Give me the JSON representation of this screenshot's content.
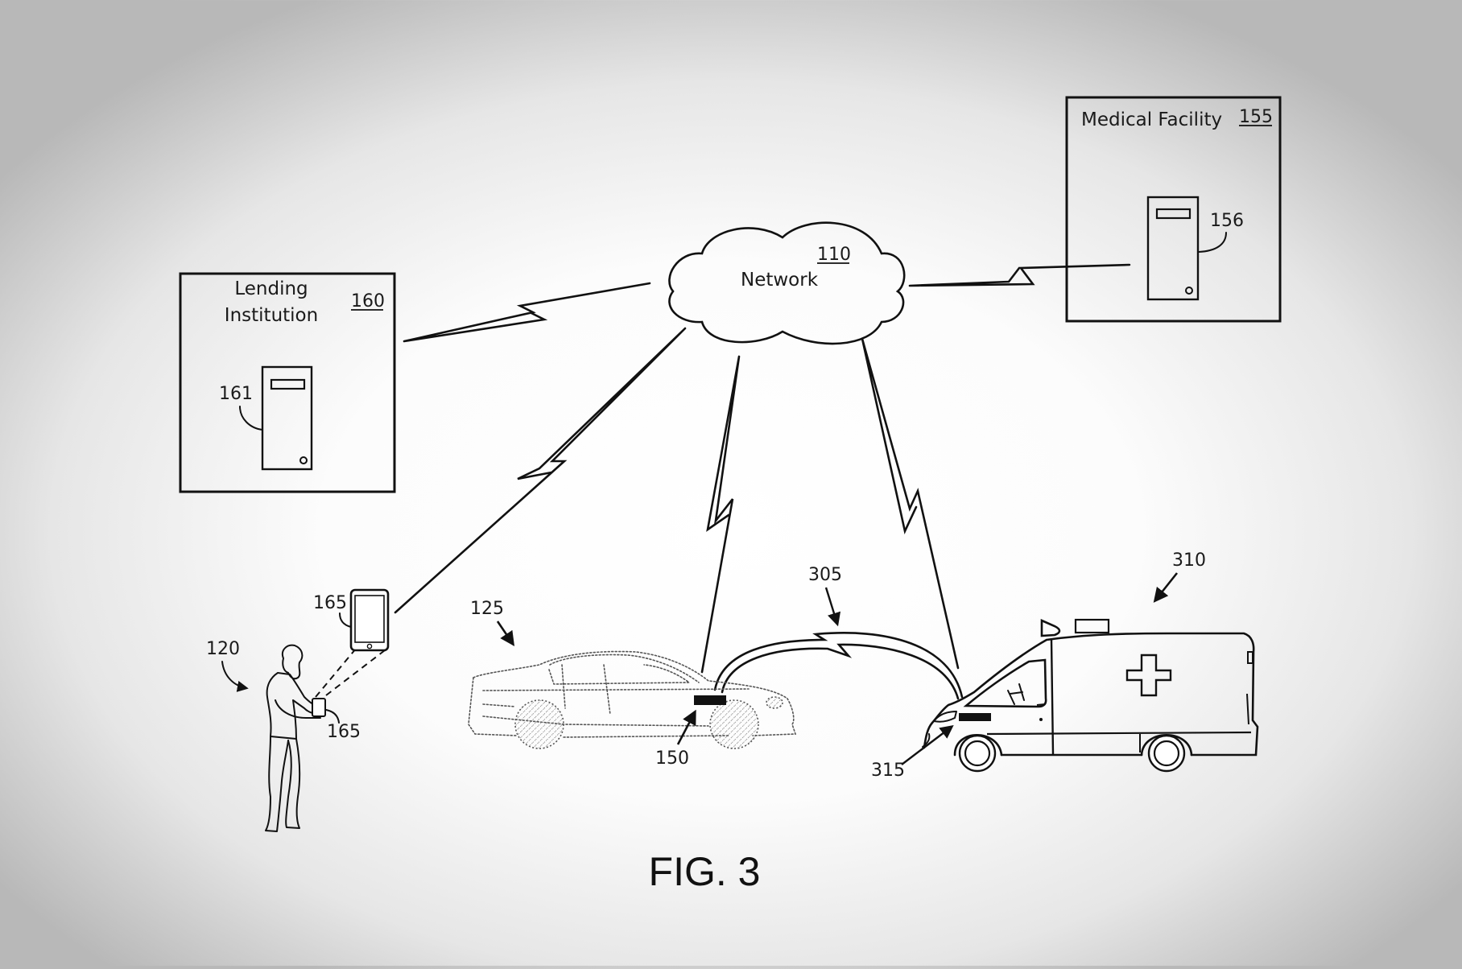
{
  "figure": {
    "title": "FIG. 3"
  },
  "network": {
    "label": "Network",
    "ref": "110"
  },
  "lending_institution": {
    "label_line1": "Lending",
    "label_line2": "Institution",
    "ref": "160",
    "server_ref": "161"
  },
  "medical_facility": {
    "label": "Medical Facility",
    "ref": "155",
    "server_ref": "156"
  },
  "user": {
    "ref": "120",
    "device_ref_top": "165",
    "device_ref_hand": "165"
  },
  "vehicle": {
    "ref": "125",
    "module_ref": "150"
  },
  "v2v_link": {
    "ref": "305"
  },
  "ambulance": {
    "ref": "310",
    "module_ref": "315"
  }
}
